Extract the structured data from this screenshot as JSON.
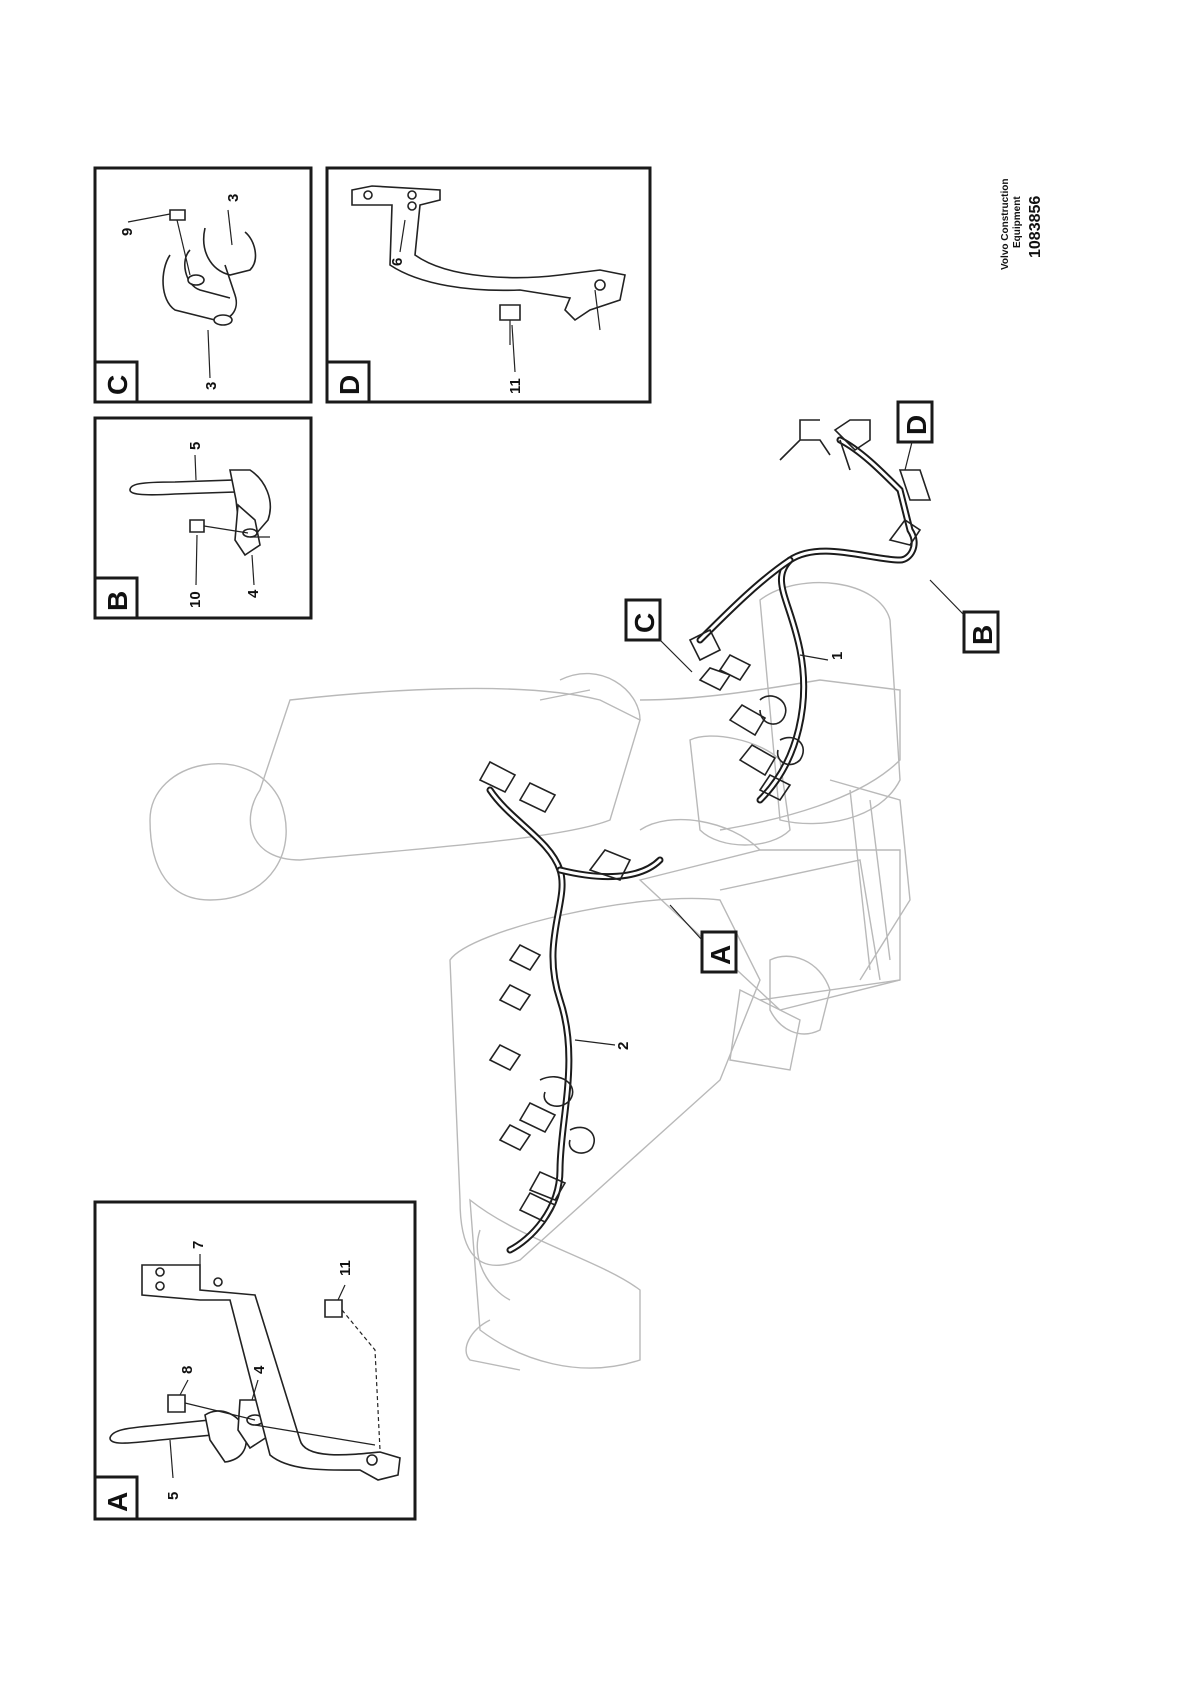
{
  "detail_boxes": {
    "A": {
      "letter": "A",
      "callouts": [
        "5",
        "8",
        "4",
        "7",
        "11"
      ]
    },
    "B": {
      "letter": "B",
      "callouts": [
        "5",
        "10",
        "4"
      ]
    },
    "C": {
      "letter": "C",
      "callouts": [
        "9",
        "3",
        "3"
      ]
    },
    "D": {
      "letter": "D",
      "callouts": [
        "6",
        "11"
      ]
    }
  },
  "main_view": {
    "callouts": {
      "harness_1": "1",
      "harness_2": "2"
    },
    "detail_markers": [
      "A",
      "B",
      "C",
      "D"
    ]
  },
  "publisher": {
    "line1": "Volvo Construction",
    "line2": "Equipment",
    "figure_number": "1083856"
  }
}
